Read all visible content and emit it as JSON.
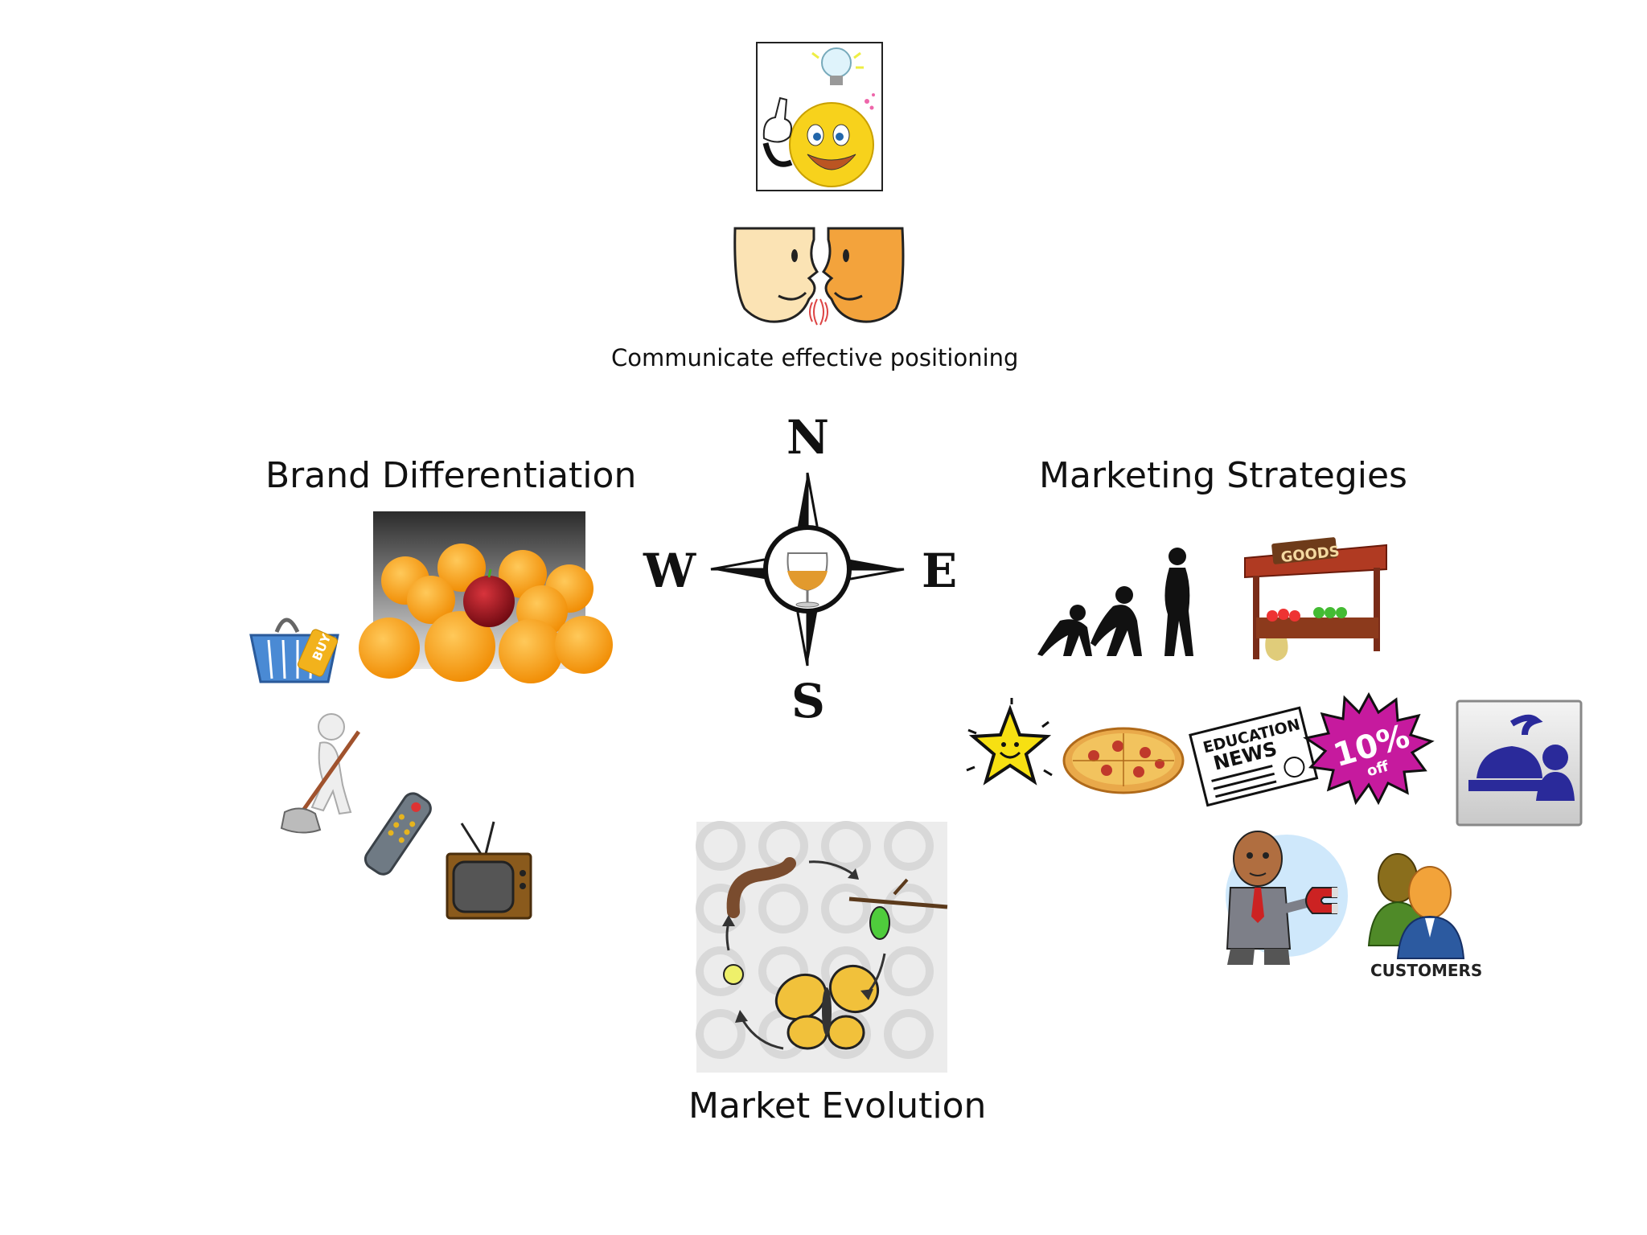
{
  "top": {
    "caption": "Communicate effective positioning"
  },
  "compass": {
    "north": "N",
    "south": "S",
    "east": "E",
    "west": "W"
  },
  "sections": {
    "left": "Brand Differentiation",
    "right": "Marketing Strategies",
    "bottom": "Market Evolution"
  },
  "clipart_text": {
    "basket_tag": "BUY",
    "stall_sign": "GOODS",
    "news": [
      "EDUCATION",
      "NEWS"
    ],
    "discount": [
      "10%",
      "off"
    ],
    "customers": "CUSTOMERS"
  },
  "icons": [
    "idea-smiley-icon",
    "talking-heads-icon",
    "compass-icon",
    "oranges-apple-icon",
    "shopping-basket-icon",
    "mopping-figure-icon",
    "remote-control-icon",
    "television-icon",
    "evolution-silhouette-icon",
    "market-stall-icon",
    "star-icon",
    "pizza-icon",
    "newspaper-icon",
    "discount-burst-icon",
    "service-bell-icon",
    "magnet-businessman-icon",
    "customers-icon",
    "butterfly-lifecycle-icon"
  ]
}
